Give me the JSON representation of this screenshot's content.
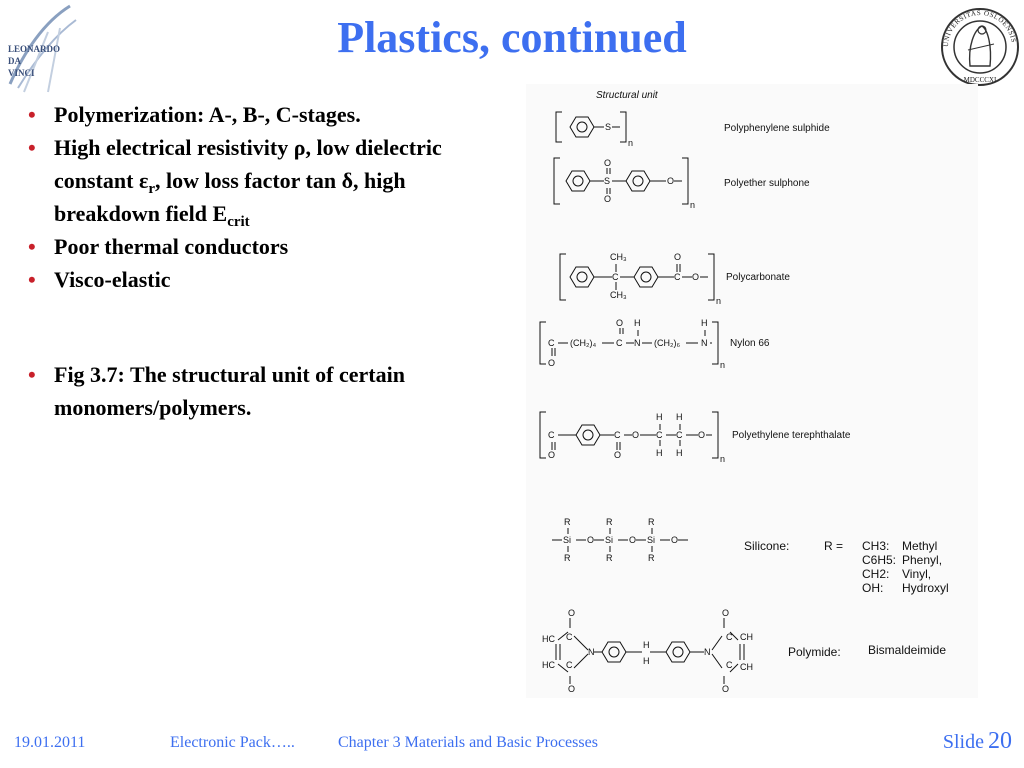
{
  "title": "Plastics, continued",
  "logos": {
    "left": "LEONARDO DA VINCI",
    "right": "UNIVERSITAS OSLOENSIS MDCCCXI"
  },
  "bullets": {
    "b1": "Polymerization: A-, B-, C-stages.",
    "b2": {
      "t1": "High electrical resistivity ",
      "rho": "ρ",
      "t2": ", low dielectric constant ",
      "eps": "ε",
      "eps_sub": "r",
      "t3": ", low loss factor tan ",
      "delta": "δ",
      "t4": ", high breakdown field E",
      "crit": "crit"
    },
    "b3": "Poor thermal conductors",
    "b4": "Visco-elastic",
    "b5": "Fig 3.7: The structural unit of certain monomers/polymers."
  },
  "figure": {
    "header": "Structural unit",
    "polymers": [
      "Polyphenylene sulphide",
      "Polyether sulphone",
      "Polycarbonate",
      "Nylon 66",
      "Polyethylene terephthalate"
    ],
    "silicone": {
      "label": "Silicone:",
      "r_eq": "R =",
      "groups": [
        {
          "formula": "CH3:",
          "name": "Methyl"
        },
        {
          "formula": "C6H5:",
          "name": "Phenyl,"
        },
        {
          "formula": "CH2:",
          "name": "Vinyl,"
        },
        {
          "formula": "OH:",
          "name": "Hydroxyl"
        }
      ]
    },
    "polymide": {
      "label": "Polymide:",
      "name": "Bismaldeimide"
    }
  },
  "footer": {
    "date": "19.01.2011",
    "course": "Electronic Pack…..",
    "chapter": "Chapter 3 Materials and Basic Processes",
    "slide_word": "Slide",
    "slide_number": "20"
  },
  "colors": {
    "title": "#3d6ff0",
    "bullet": "#c8202a",
    "footer": "#3d6ff0"
  }
}
